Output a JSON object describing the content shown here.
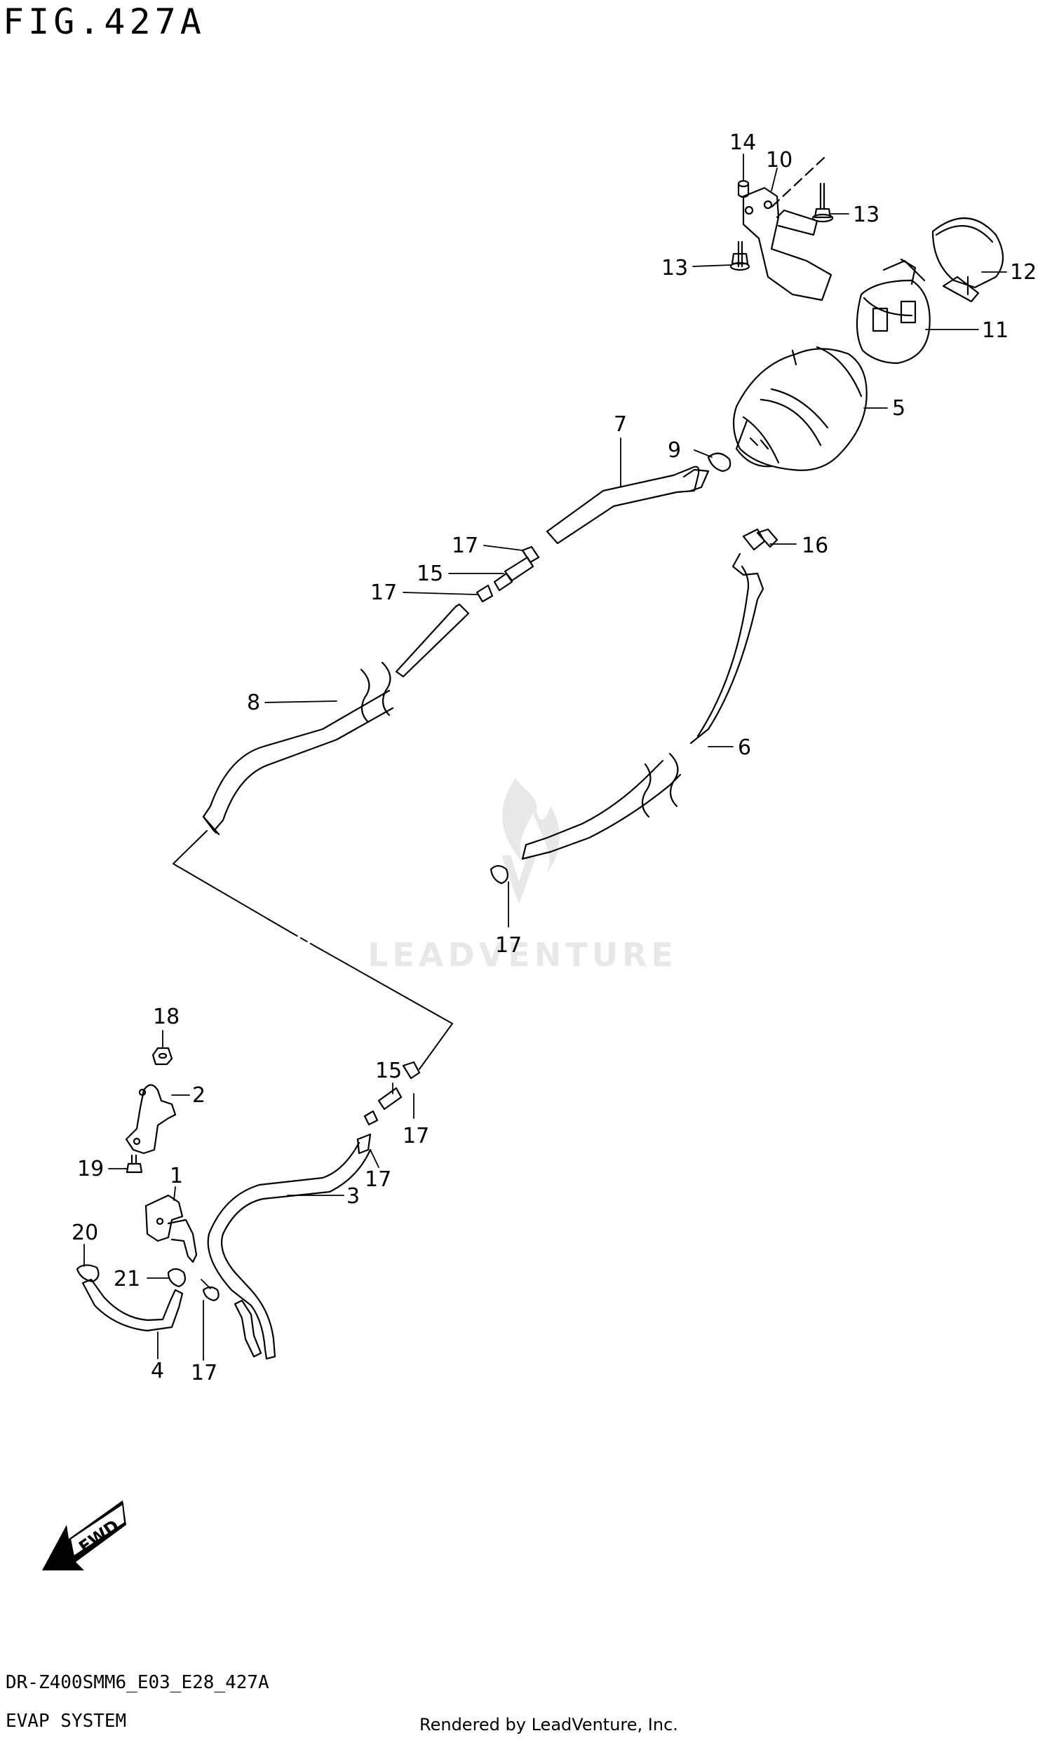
{
  "figure": {
    "title": "FIG.427A",
    "model_code": "DR-Z400SMM6_E03_E28_427A",
    "system_name": "EVAP SYSTEM",
    "credit": "Rendered by LeadVenture, Inc.",
    "watermark": "LEADVENTURE"
  },
  "colors": {
    "line": "#000000",
    "background": "#ffffff",
    "watermark": "#e6e6e6"
  },
  "fwd_indicator": {
    "label": "FWD",
    "icon": "fwd-arrow-icon"
  },
  "callouts": [
    {
      "id": "14",
      "label": "14"
    },
    {
      "id": "10",
      "label": "10"
    },
    {
      "id": "13a",
      "label": "13"
    },
    {
      "id": "13b",
      "label": "13"
    },
    {
      "id": "12",
      "label": "12"
    },
    {
      "id": "11",
      "label": "11"
    },
    {
      "id": "5",
      "label": "5"
    },
    {
      "id": "7",
      "label": "7"
    },
    {
      "id": "9",
      "label": "9"
    },
    {
      "id": "16",
      "label": "16"
    },
    {
      "id": "17a",
      "label": "17"
    },
    {
      "id": "15a",
      "label": "15"
    },
    {
      "id": "17b",
      "label": "17"
    },
    {
      "id": "8",
      "label": "8"
    },
    {
      "id": "6",
      "label": "6"
    },
    {
      "id": "17c",
      "label": "17"
    },
    {
      "id": "18",
      "label": "18"
    },
    {
      "id": "2",
      "label": "2"
    },
    {
      "id": "15b",
      "label": "15"
    },
    {
      "id": "17d",
      "label": "17"
    },
    {
      "id": "17e",
      "label": "17"
    },
    {
      "id": "19",
      "label": "19"
    },
    {
      "id": "1",
      "label": "1"
    },
    {
      "id": "3",
      "label": "3"
    },
    {
      "id": "20",
      "label": "20"
    },
    {
      "id": "21",
      "label": "21"
    },
    {
      "id": "4",
      "label": "4"
    },
    {
      "id": "17f",
      "label": "17"
    }
  ]
}
